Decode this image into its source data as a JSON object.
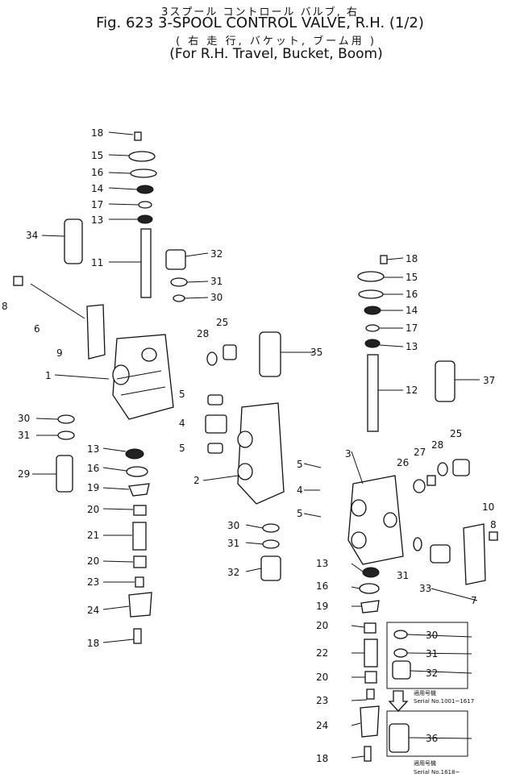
{
  "title": {
    "jp_line1": "3スプール コントロール バルブ, 右",
    "line2": "Fig. 623  3-SPOOL CONTROL VALVE, R.H. (1/2)",
    "jp_line3": "( 右 走 行, バケット, ブーム用 )",
    "line4": "(For R.H. Travel, Bucket, Boom)"
  },
  "labels": {
    "n1": "1",
    "n2": "2",
    "n3": "3",
    "n5": "5",
    "n6": "6",
    "n7": "7",
    "n8": "8",
    "n9": "9",
    "n10": "10",
    "n11": "11",
    "n12": "12",
    "n13": "13",
    "n14": "14",
    "n15": "15",
    "n16": "16",
    "n17": "17",
    "n18": "18",
    "n19": "19",
    "n20": "20",
    "n21": "21",
    "n22": "22",
    "n23": "23",
    "n24": "24",
    "n25": "25",
    "n26": "26",
    "n27": "27",
    "n28": "28",
    "n29": "29",
    "n30": "30",
    "n31": "31",
    "n32": "32",
    "n33": "33",
    "n34": "34",
    "n35": "35",
    "n36": "36",
    "n37": "37",
    "n4": "4"
  },
  "serial": {
    "applies_1": "適用号機",
    "range_1": "Serial No.1001~1617",
    "applies_2": "適用号機",
    "range_2": "Serial No.1618~"
  }
}
